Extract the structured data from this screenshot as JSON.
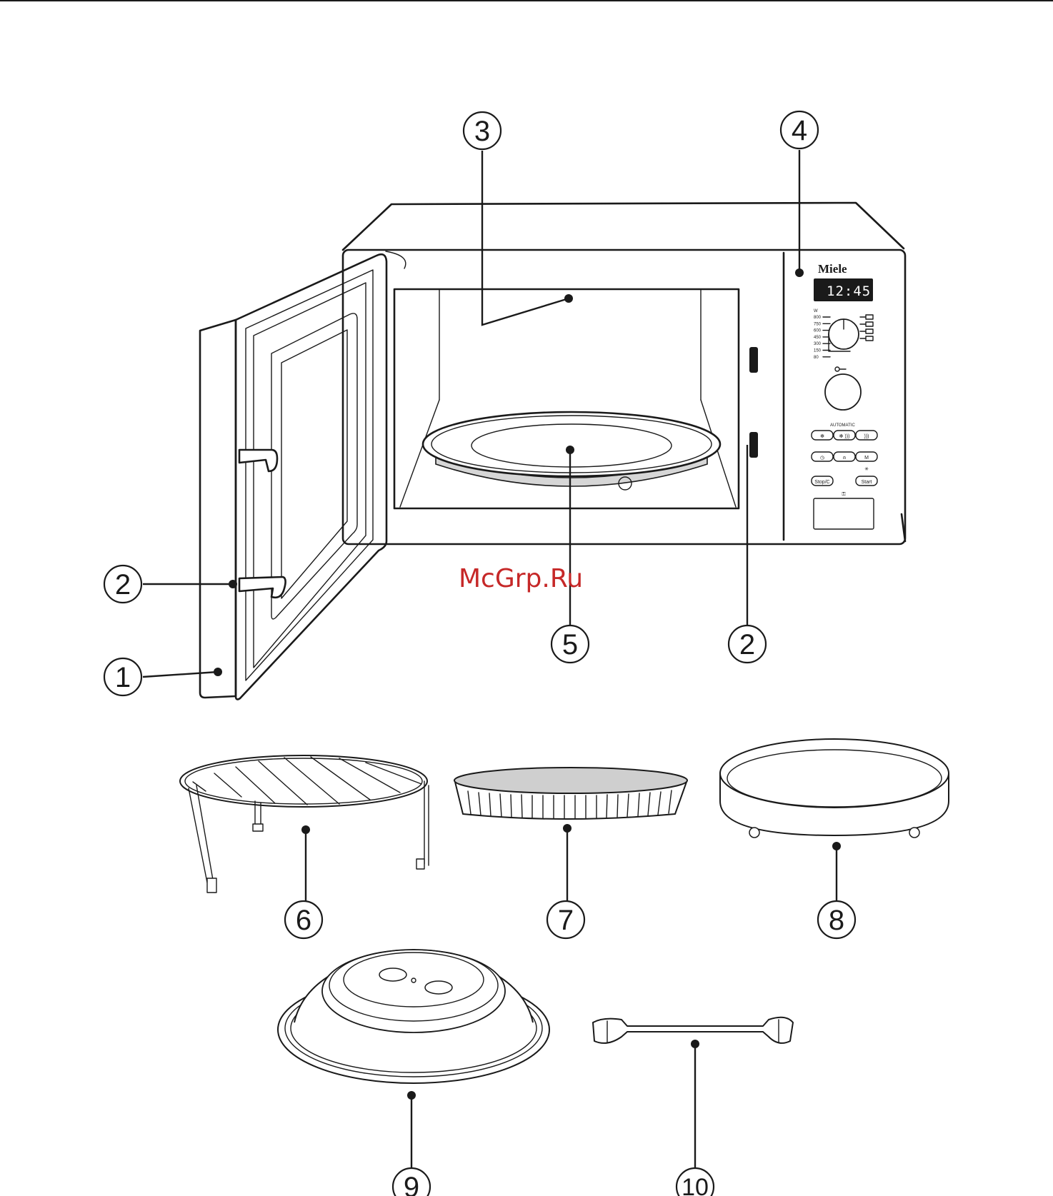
{
  "callouts": [
    "1",
    "2",
    "3",
    "4",
    "5",
    "6",
    "7",
    "8",
    "9",
    "10"
  ],
  "panel": {
    "brand": "Miele",
    "display_time": "12:45",
    "power_unit": "W",
    "power_levels": [
      "800",
      "750",
      "600",
      "450",
      "300",
      "150",
      "80"
    ],
    "automatic_label": "AUTOMATIC",
    "stop_button": "Stop/C",
    "start_button": "Start",
    "memory_button": "M"
  },
  "watermark": "McGrp.Ru"
}
